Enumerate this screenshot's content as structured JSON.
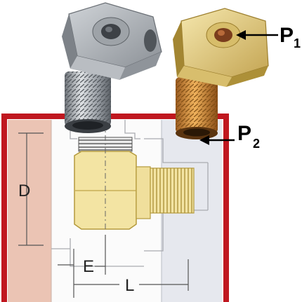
{
  "labels": {
    "d": "D",
    "e": "E",
    "l": "L",
    "p1_main": "P",
    "p1_sub": "1",
    "p2_main": "P",
    "p2_sub": "2"
  },
  "colors": {
    "frame_red": "#c0171f",
    "pink_panel": "#ebc4b4",
    "blue_panel": "#e6e8ee",
    "brass": "#f3e4a3",
    "brass_dark": "#b49a3c",
    "steel": "#a9adb2"
  }
}
